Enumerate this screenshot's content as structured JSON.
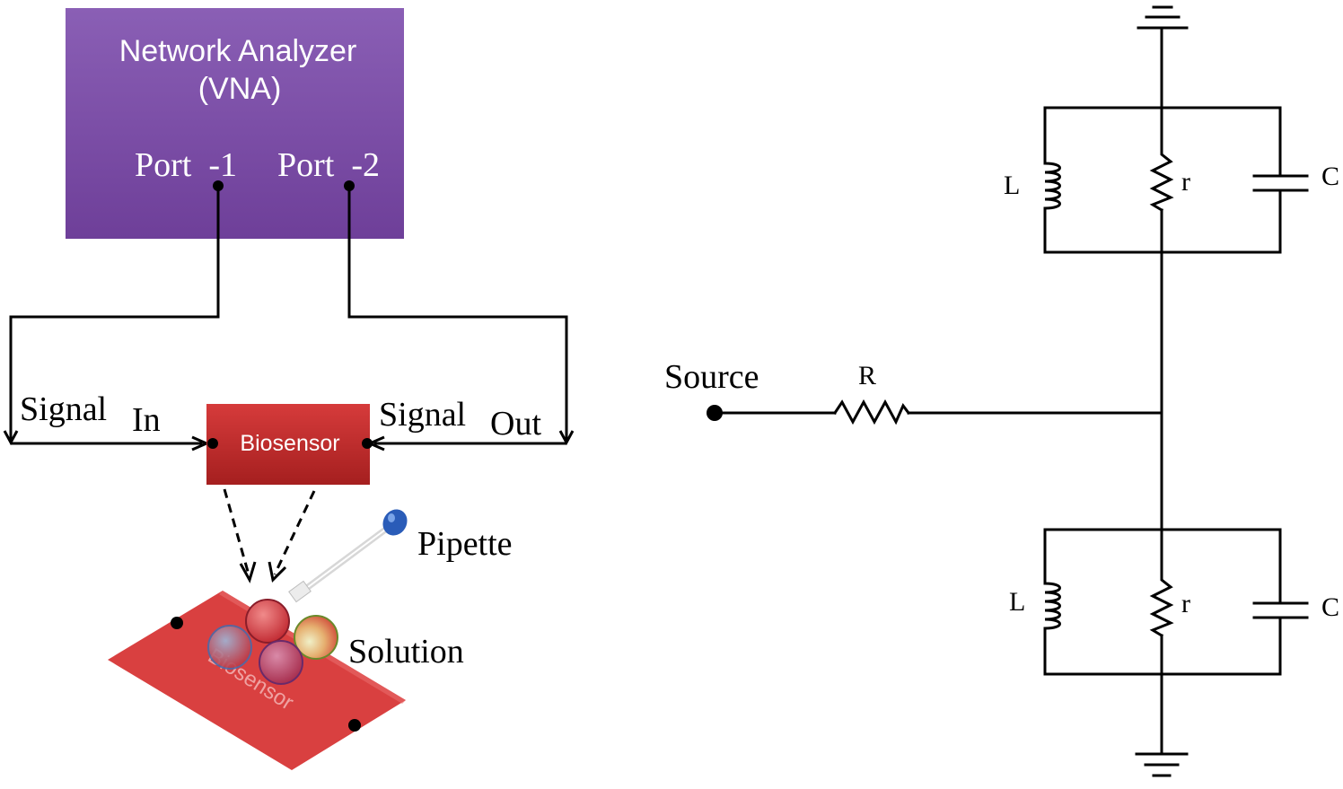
{
  "vna": {
    "title_line1": "Network Analyzer",
    "title_line2": "(VNA)",
    "port1": "Port  -1",
    "port2": "Port  -2",
    "color": "#7c4fa8"
  },
  "setup": {
    "signal_in_1": "Signal",
    "signal_in_2": "In",
    "signal_out_1": "Signal",
    "signal_out_2": "Out",
    "biosensor_label": "Biosensor",
    "biosensor_color": "#c62a2a",
    "pipette_label": "Pipette",
    "solution_label": "Solution",
    "chip_text": "Biosensor"
  },
  "circuit": {
    "source_label": "Source",
    "R_label": "R",
    "top_tank": {
      "L": "L",
      "r": "r",
      "C": "C"
    },
    "bottom_tank": {
      "L": "L",
      "r": "r",
      "C": "C"
    }
  }
}
